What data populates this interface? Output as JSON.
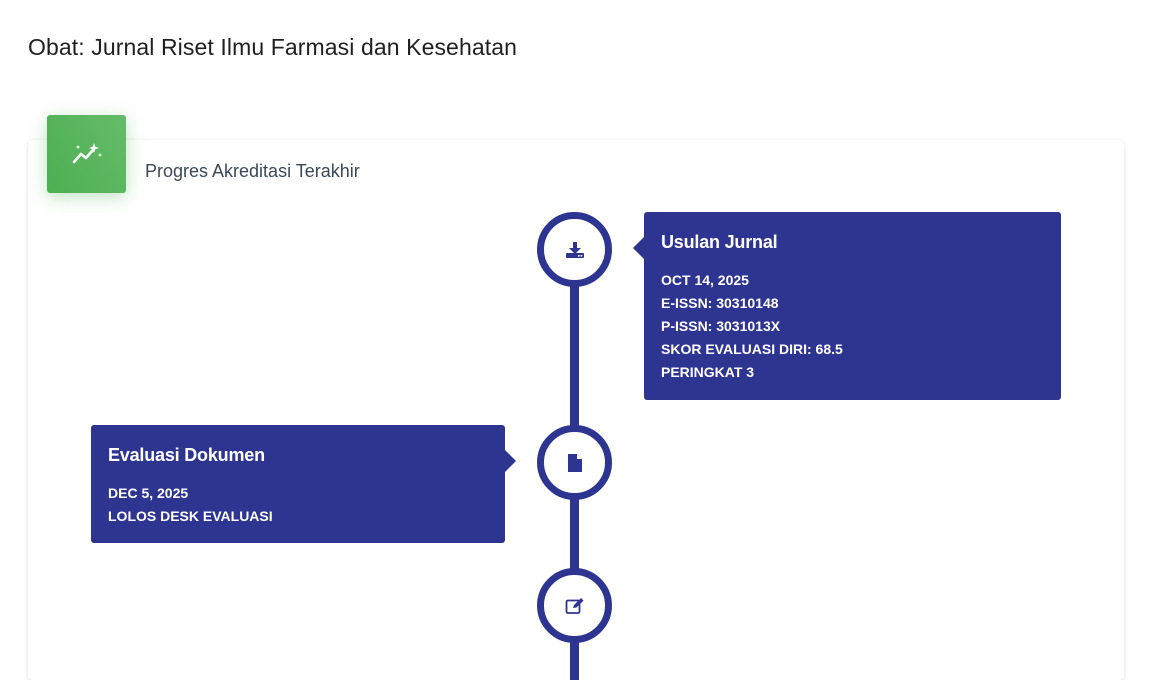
{
  "page": {
    "title": "Obat: Jurnal Riset Ilmu Farmasi dan Kesehatan"
  },
  "card": {
    "icon": "trending-sparkle-icon",
    "title": "Progres Akreditasi Terakhir"
  },
  "colors": {
    "timeline": "#2e3590",
    "card_icon_bg": "#4caf50"
  },
  "timeline": [
    {
      "icon": "download-icon",
      "heading": "Usulan Jurnal",
      "lines": [
        "OCT 14, 2025",
        "E-ISSN: 30310148",
        "P-ISSN: 3031013X",
        "SKOR EVALUASI DIRI: 68.5",
        "PERINGKAT 3"
      ]
    },
    {
      "icon": "file-icon",
      "heading": "Evaluasi Dokumen",
      "lines": [
        "DEC 5, 2025",
        "LOLOS DESK EVALUASI"
      ]
    },
    {
      "icon": "edit-icon"
    }
  ]
}
